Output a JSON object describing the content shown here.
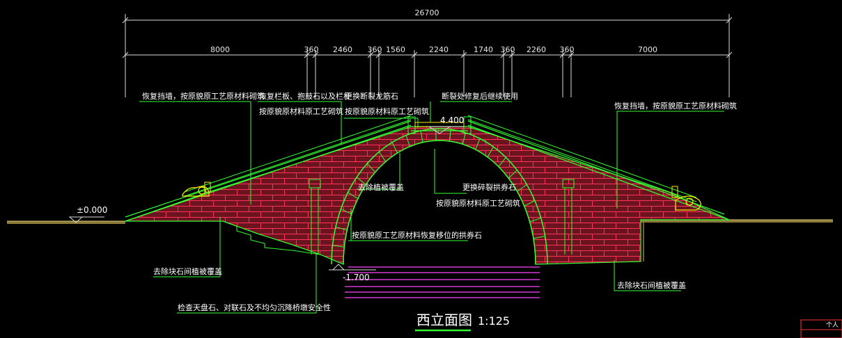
{
  "dimensions": {
    "overall": "26700",
    "segments": [
      "8000",
      "360",
      "2460",
      "360",
      "1560",
      "2240",
      "1740",
      "360",
      "2260",
      "360",
      "7000"
    ]
  },
  "levels": {
    "ground": "±0.000",
    "deck": "4.400",
    "water": "-1.700"
  },
  "annotations": {
    "retaining_wall_left": "恢复挡墙，按原貌原工艺原材料砌筑",
    "railing_line1": "恢复栏板、抱鼓石以及栏杆",
    "railing_line2": "按原貌原材料原工艺砌筑",
    "curb_line1": "更换断裂龙筋石",
    "curb_line2": "按原貌原材料原工艺砌筑",
    "crack_repair": "断裂处修复后继续使用",
    "retaining_wall_right": "恢复挡墙，按原貌原工艺原材料砌筑",
    "remove_vegetation_arch": "去除植被覆盖",
    "arch_stone_line1": "更换碎裂拱券石",
    "arch_stone_line2": "按原貌原材料原工艺砌筑",
    "restore_arch": "按原貌原工艺原材料恢复移位的拱券石",
    "remove_vegetation_left": "去除块石间植被覆盖",
    "remove_vegetation_right": "去除块石间植被覆盖",
    "inspect": "检查天盘石、对联石及不均匀沉降桥墩安全性"
  },
  "title": {
    "name": "西立面图",
    "scale": "1:125"
  },
  "corner_label": "个人"
}
